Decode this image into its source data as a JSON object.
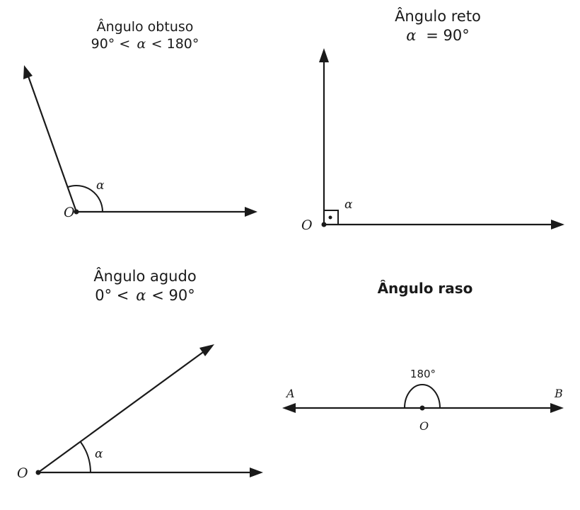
{
  "obtuse": {
    "title": "Ângulo obtuso",
    "condition_left": "90° <",
    "condition_alpha": "α",
    "condition_right": "< 180°",
    "angle_label": "α",
    "vertex_label": "O"
  },
  "right": {
    "title": "Ângulo reto",
    "condition_alpha": "α",
    "condition_right": "= 90°",
    "angle_label": "α",
    "vertex_label": "O"
  },
  "acute": {
    "title": "Ângulo agudo",
    "condition_left": "0° <",
    "condition_alpha": "α",
    "condition_right": "< 90°",
    "angle_label": "α",
    "vertex_label": "O"
  },
  "straight": {
    "title": "Ângulo raso",
    "angle_value": "180°",
    "point_a": "A",
    "point_b": "B",
    "vertex_label": "O"
  },
  "colors": {
    "ink": "#1a1a1a",
    "background": "#ffffff"
  }
}
